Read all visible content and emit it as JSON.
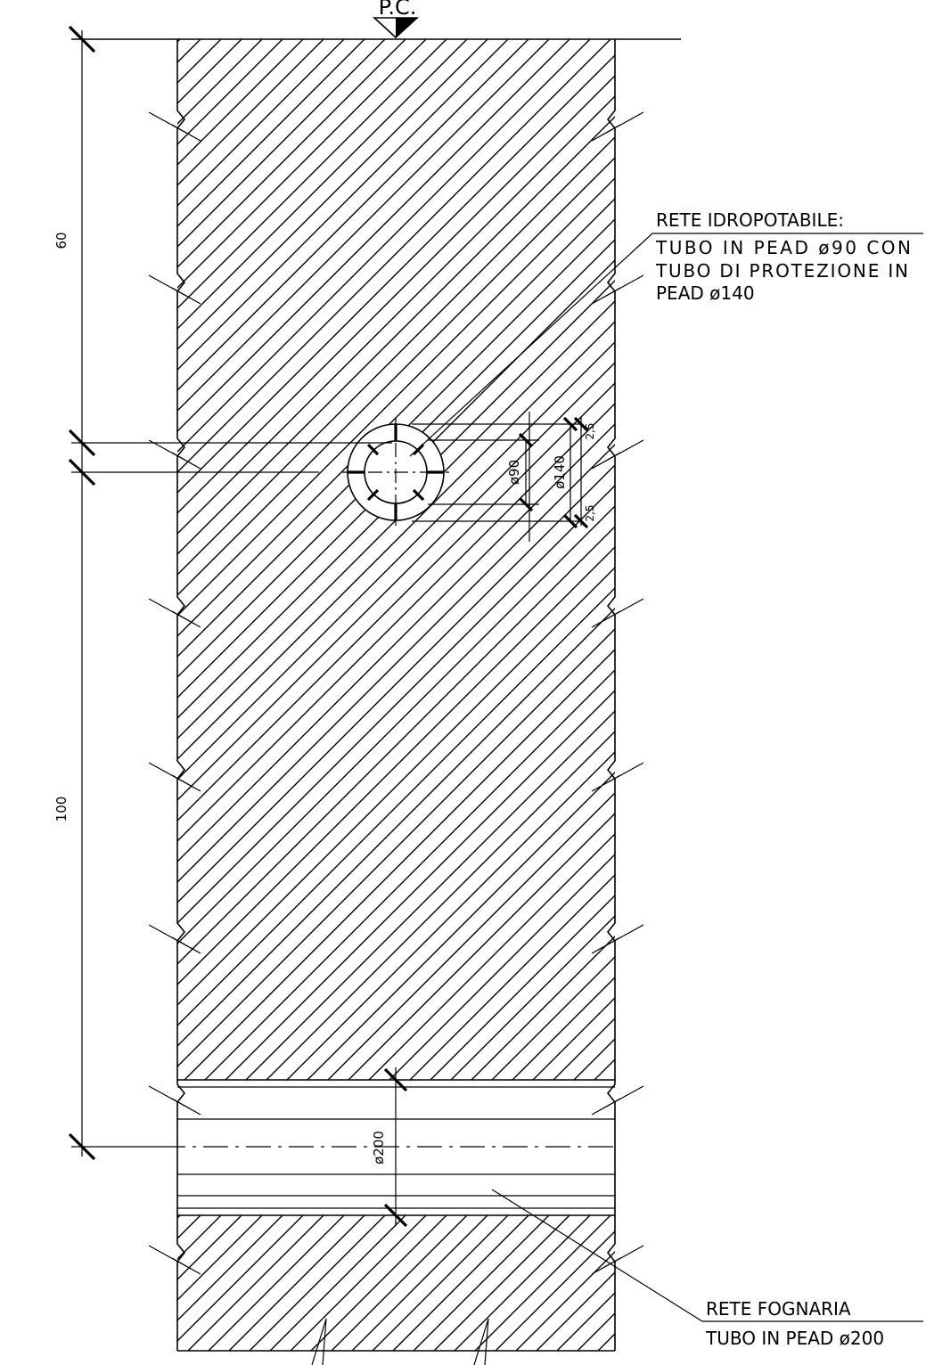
{
  "ground_label": "P.C.",
  "dimensions": {
    "upper": "60",
    "lower": "100",
    "pipe_inner": "ø90",
    "pipe_outer": "ø140",
    "cover_top": "2,5",
    "cover_bottom": "2,5",
    "sewer_pipe": "ø200"
  },
  "note_water": {
    "title": "RETE IDROPOTABILE:",
    "line1": "TUBO IN PEAD ø90 CON",
    "line2": "TUBO DI PROTEZIONE IN",
    "line3": "PEAD ø140"
  },
  "note_sewer": {
    "title": "RETE FOGNARIA",
    "line1": "TUBO IN PEAD ø200"
  }
}
